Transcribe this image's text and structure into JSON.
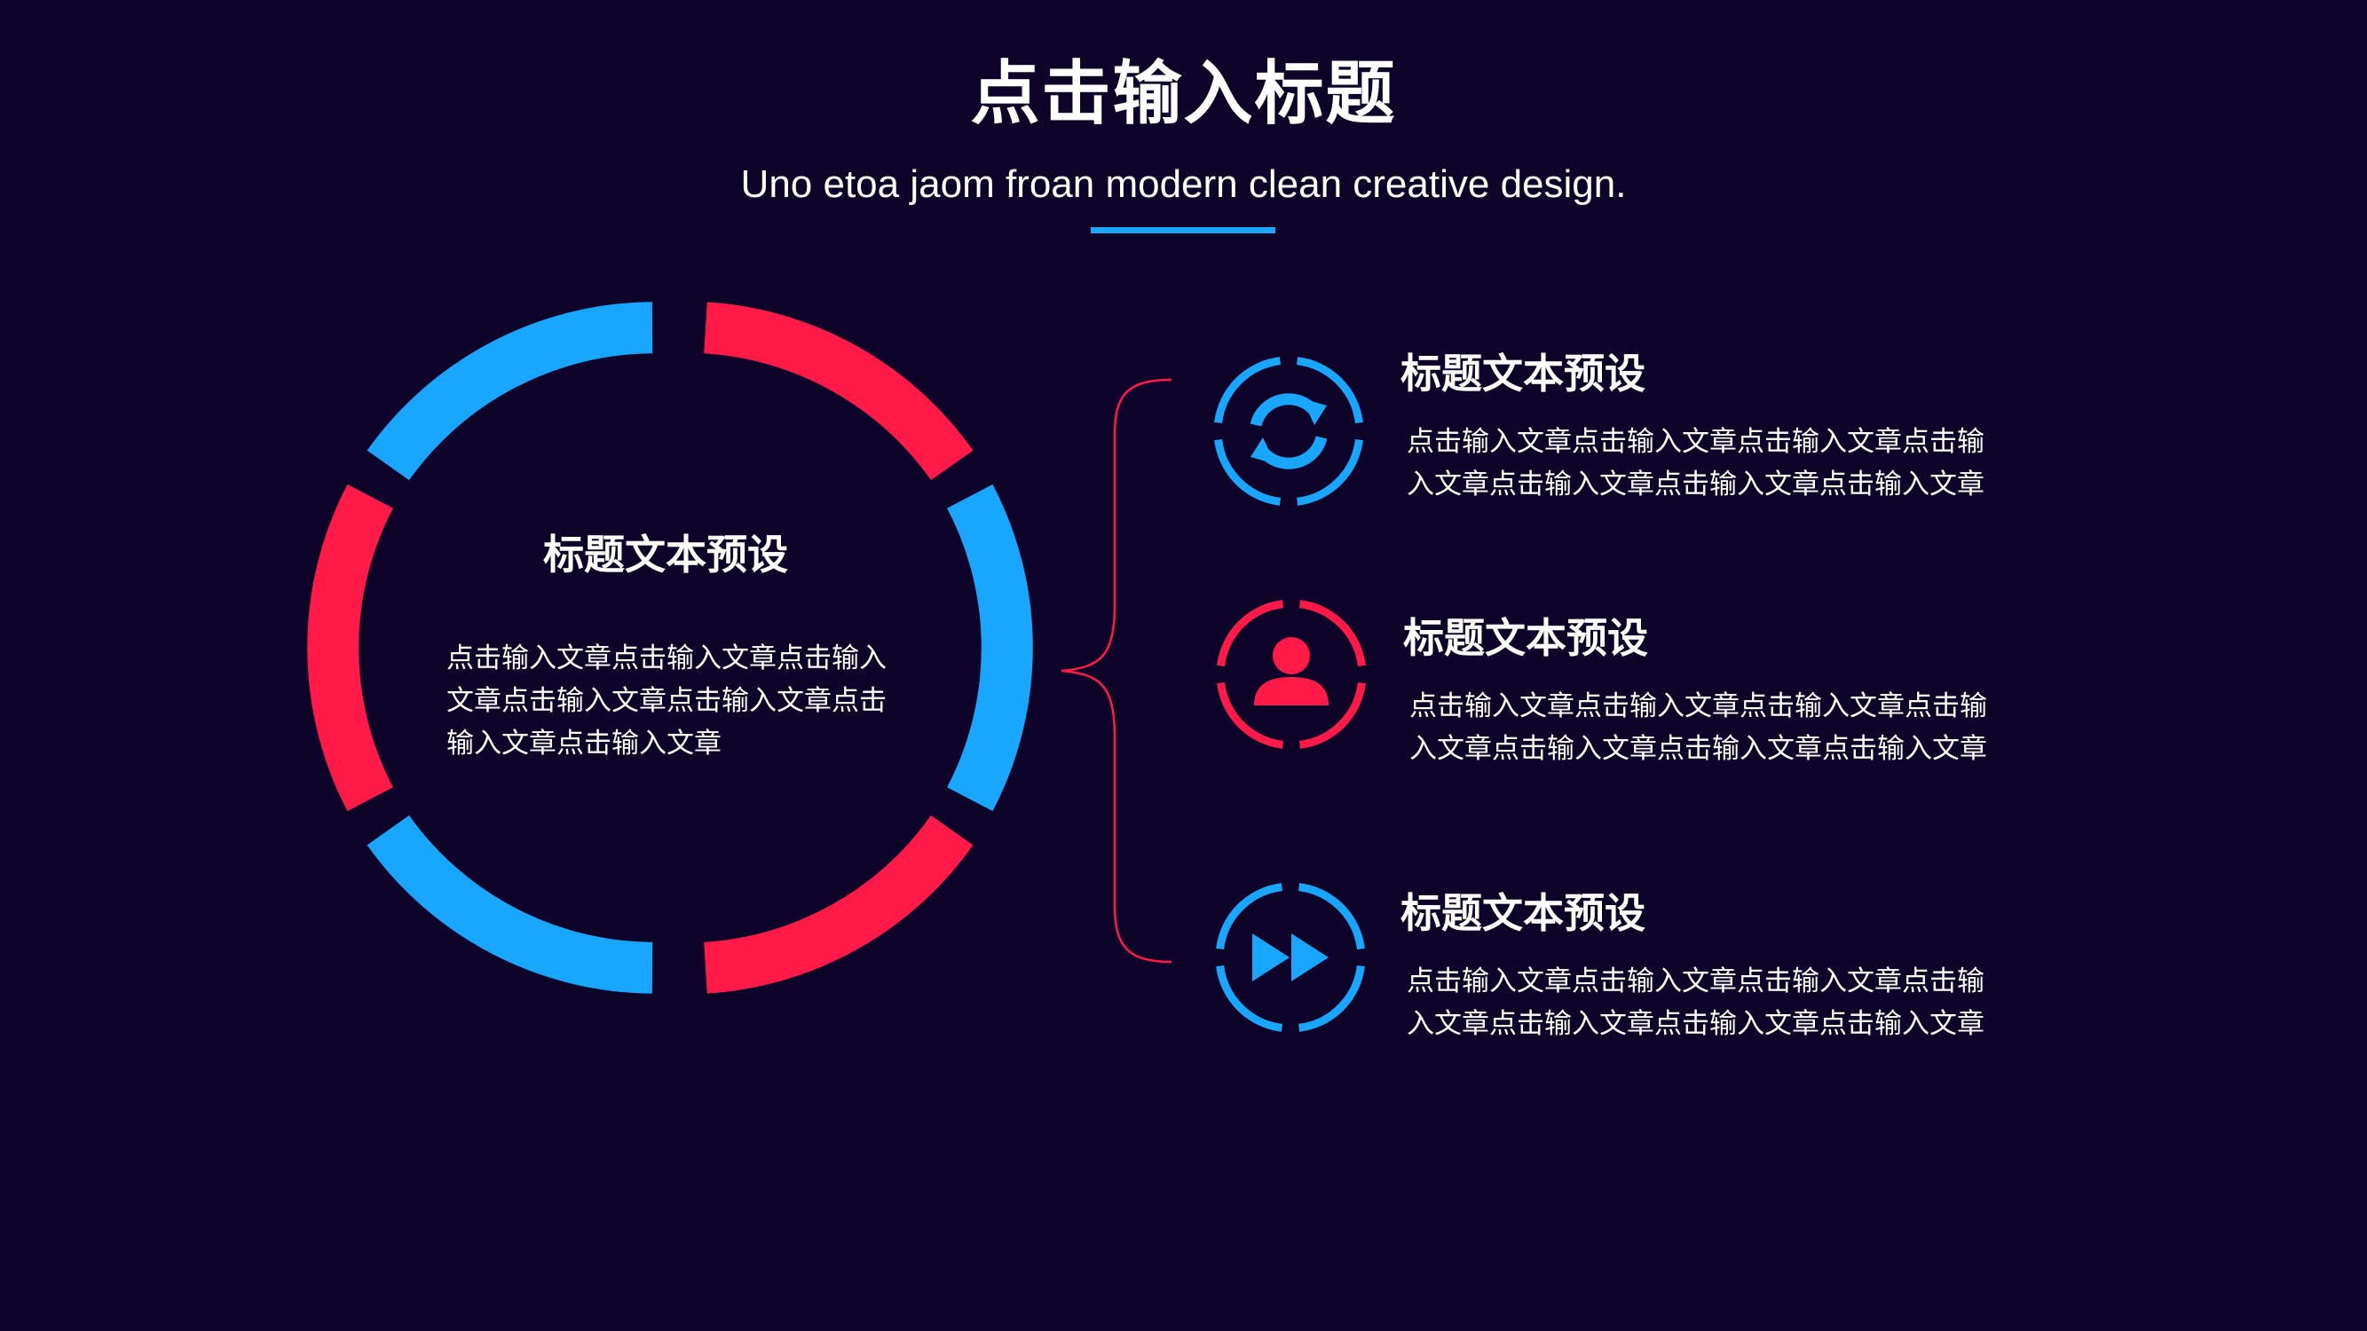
{
  "header": {
    "title": "点击输入标题",
    "subtitle": "Uno etoa jaom froan modern clean creative design."
  },
  "colors": {
    "background": "#0e0329",
    "blue": "#18a6ff",
    "red": "#ff1a48"
  },
  "center": {
    "title": "标题文本预设",
    "text": "点击输入文章点击输入文章点击输入文章点击输入文章点击输入文章点击输入文章点击输入文章"
  },
  "items": [
    {
      "icon": "refresh-icon",
      "title": "标题文本预设",
      "text": "点击输入文章点击输入文章点击输入文章点击输入文章点击输入文章点击输入文章点击输入文章"
    },
    {
      "icon": "user-icon",
      "title": "标题文本预设",
      "text": "点击输入文章点击输入文章点击输入文章点击输入文章点击输入文章点击输入文章点击输入文章"
    },
    {
      "icon": "fast-forward-icon",
      "title": "标题文本预设",
      "text": "点击输入文章点击输入文章点击输入文章点击输入文章点击输入文章点击输入文章点击输入文章"
    }
  ]
}
